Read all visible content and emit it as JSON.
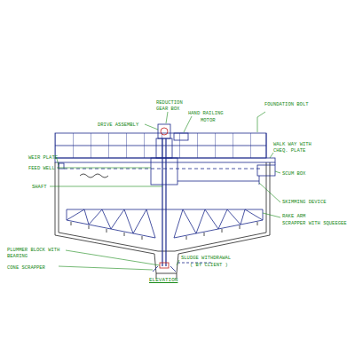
{
  "diagram": {
    "caption": "ELEVATION",
    "labels": [
      "REDUCTION GEAR BOX",
      "DRIVE ASSEMBLY",
      "HAND RAILING",
      "MOTOR",
      "FOUNDATION BOLT",
      "WEIR PLATE",
      "FEED WELL",
      "WALK WAY WITH CHEQ. PLATE",
      "SCUM BOX",
      "SHAFT",
      "SKIMMING DEVICE",
      "RAKE ARM",
      "SCRAPPER WITH SQUEEGEE",
      "PLUMMER BLOCK WITH BEARING",
      "CONE SCRAPPER",
      "SLUDGE WITHDRAWAL",
      "( BY CLIENT )"
    ]
  }
}
